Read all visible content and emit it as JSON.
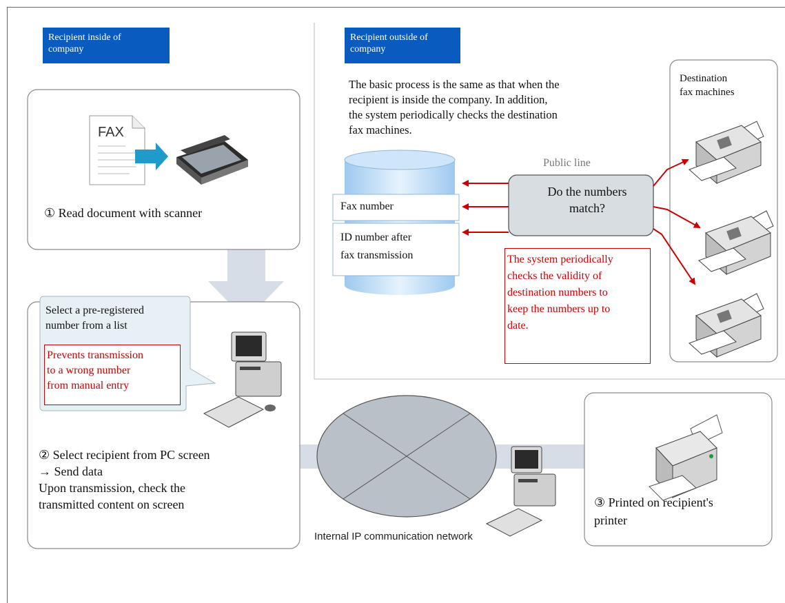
{
  "left_tag": "Recipient inside of\ncompany",
  "right_tag": "Recipient outside of\ncompany",
  "intro_text": "The basic process is the same as that when the\nrecipient is inside the company.  In addition,\nthe system periodically checks the destination\nfax machines.",
  "fax_doc_label": "FAX",
  "step1_text": "① Read document with scanner",
  "callout_text": "Select a pre-registered\nnumber from a list",
  "prevent_text": "Prevents transmission\nto a wrong number\nfrom manual entry",
  "step2_text": "② Select recipient from PC screen\n    → Send data\n    Upon transmission, check the\n    transmitted content on screen",
  "db_row1": "Fax number",
  "db_row2": "ID number after\nfax transmission",
  "public_line": "Public line",
  "match_question": "Do the numbers\nmatch?",
  "validity_text": "The system periodically\nchecks the validity of\ndestination numbers to\nkeep the numbers up to\ndate.",
  "destination_label": "Destination\nfax machines",
  "network_label": "Internal IP communication network",
  "step3_text": "③ Printed on recipient's\nprinter",
  "colors": {
    "tag_blue": "#0a5bbf",
    "red": "#cc0000",
    "arrow_grey": "#d6dde6",
    "db_blue": "#b8d8f5"
  }
}
